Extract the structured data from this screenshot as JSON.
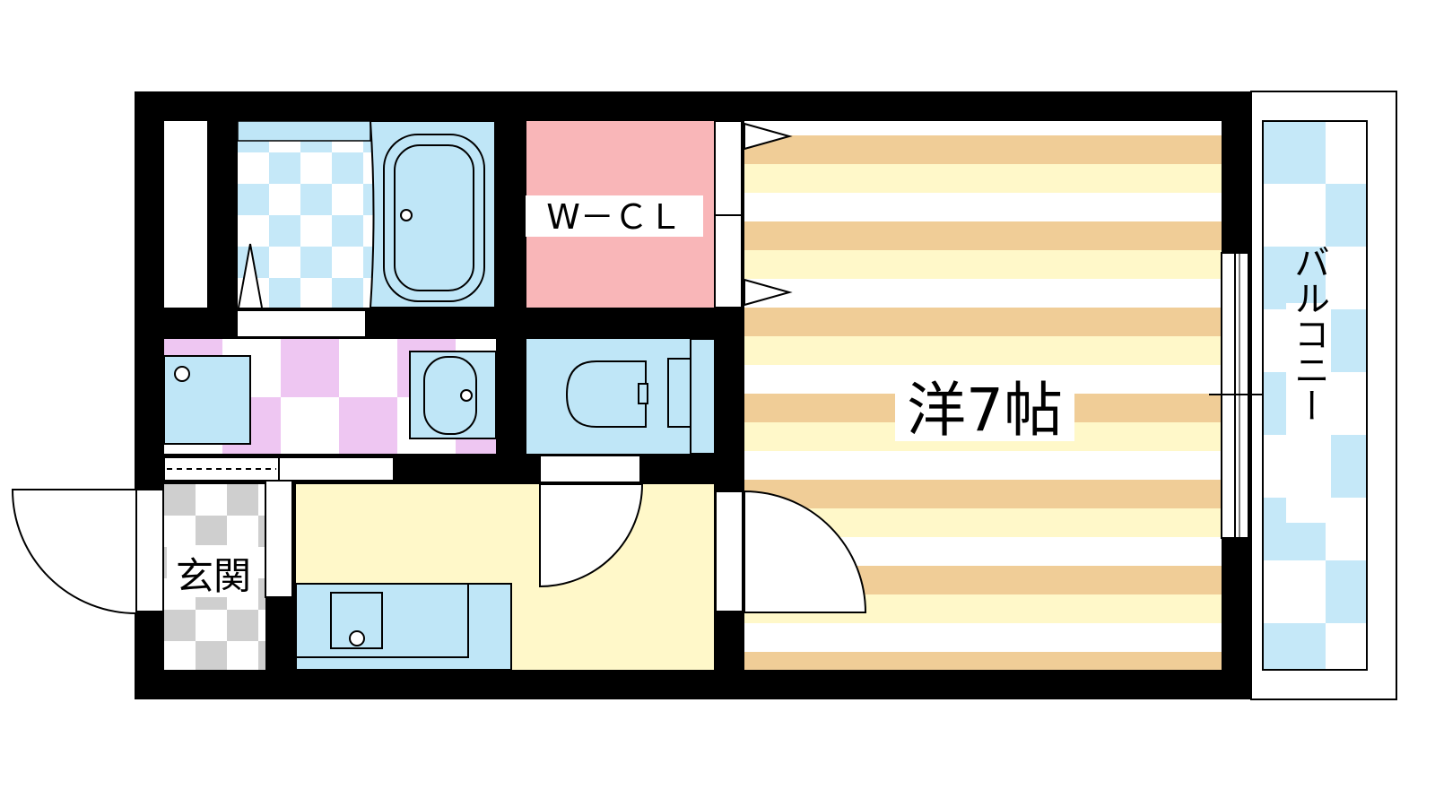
{
  "labels": {
    "wcl": "W－ＣＬ",
    "western_room": "洋7帖",
    "balcony": "バルコニー",
    "entrance": "玄関"
  },
  "colors": {
    "wall": "#000000",
    "fixture_blue": "#bfe6f7",
    "check_blue": "#c5e8f8",
    "check_pink": "#eec6f2",
    "check_gray": "#cfcfcf",
    "wcl_pink": "#f9b6b8",
    "floor_yellow": "#fff8c9",
    "stripe_tan": "#f0cd97",
    "stripe_cream": "#fff8c9"
  }
}
